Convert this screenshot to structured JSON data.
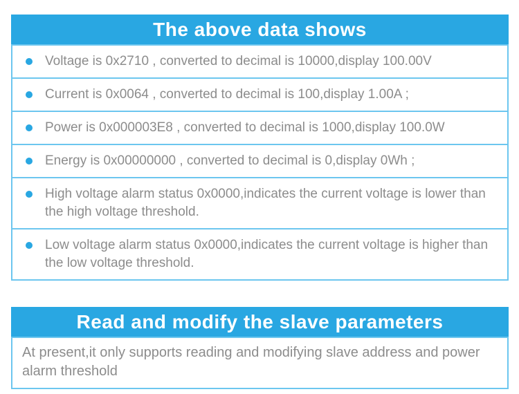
{
  "colors": {
    "accent": "#29a7e2",
    "border": "#6cc6ef",
    "text_gray": "#8c8c8c",
    "header_text": "#ffffff"
  },
  "section1": {
    "title": "The above data shows",
    "items": [
      {
        "text": "Voltage is 0x2710 , converted to decimal is 10000,display 100.00V"
      },
      {
        "text": "Current is 0x0064 , converted to decimal is 100,display 1.00A ;"
      },
      {
        "text": "Power is 0x000003E8 , converted to decimal is 1000,display 100.0W"
      },
      {
        "text": "Energy is 0x00000000 , converted to decimal is 0,display 0Wh ;"
      },
      {
        "text": "High voltage alarm status 0x0000,indicates the current voltage is lower than the high voltage threshold."
      },
      {
        "text": "Low voltage alarm status 0x0000,indicates the current voltage is higher than the low voltage threshold."
      }
    ]
  },
  "section2": {
    "title": "Read and modify the slave parameters",
    "body": "At present,it only supports reading and modifying slave address and power alarm threshold"
  }
}
